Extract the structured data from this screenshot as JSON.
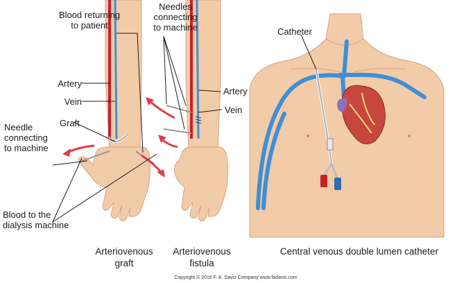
{
  "labels": {
    "blood_returning": "Blood returning\nto patient",
    "needles_connecting": "Needles\nconnecting\nto machine",
    "artery_left": "Artery",
    "vein_left": "Vein",
    "graft": "Graft",
    "needle_connecting": "Needle\nconnecting\nto machine",
    "blood_to_dialysis": "Blood to the\ndialysis machine",
    "artery_right": "Artery",
    "vein_right": "Vein",
    "catheter": "Catheter"
  },
  "captions": {
    "av_graft": "Arteriovenous\ngraft",
    "av_fistula": "Arteriovenous\nfistula",
    "cvc": "Central venous double lumen catheter"
  },
  "copyright": "Copyright © 2016  F. A. Davis Company  www.fadavis.com",
  "colors": {
    "skin": "#f2cba9",
    "skin_shade": "#d9a27e",
    "vein": "#3f8fd6",
    "artery": "#c8202a",
    "arrow": "#e23a4a",
    "heart": "#c7473f",
    "leader": "#1b1b1b"
  }
}
